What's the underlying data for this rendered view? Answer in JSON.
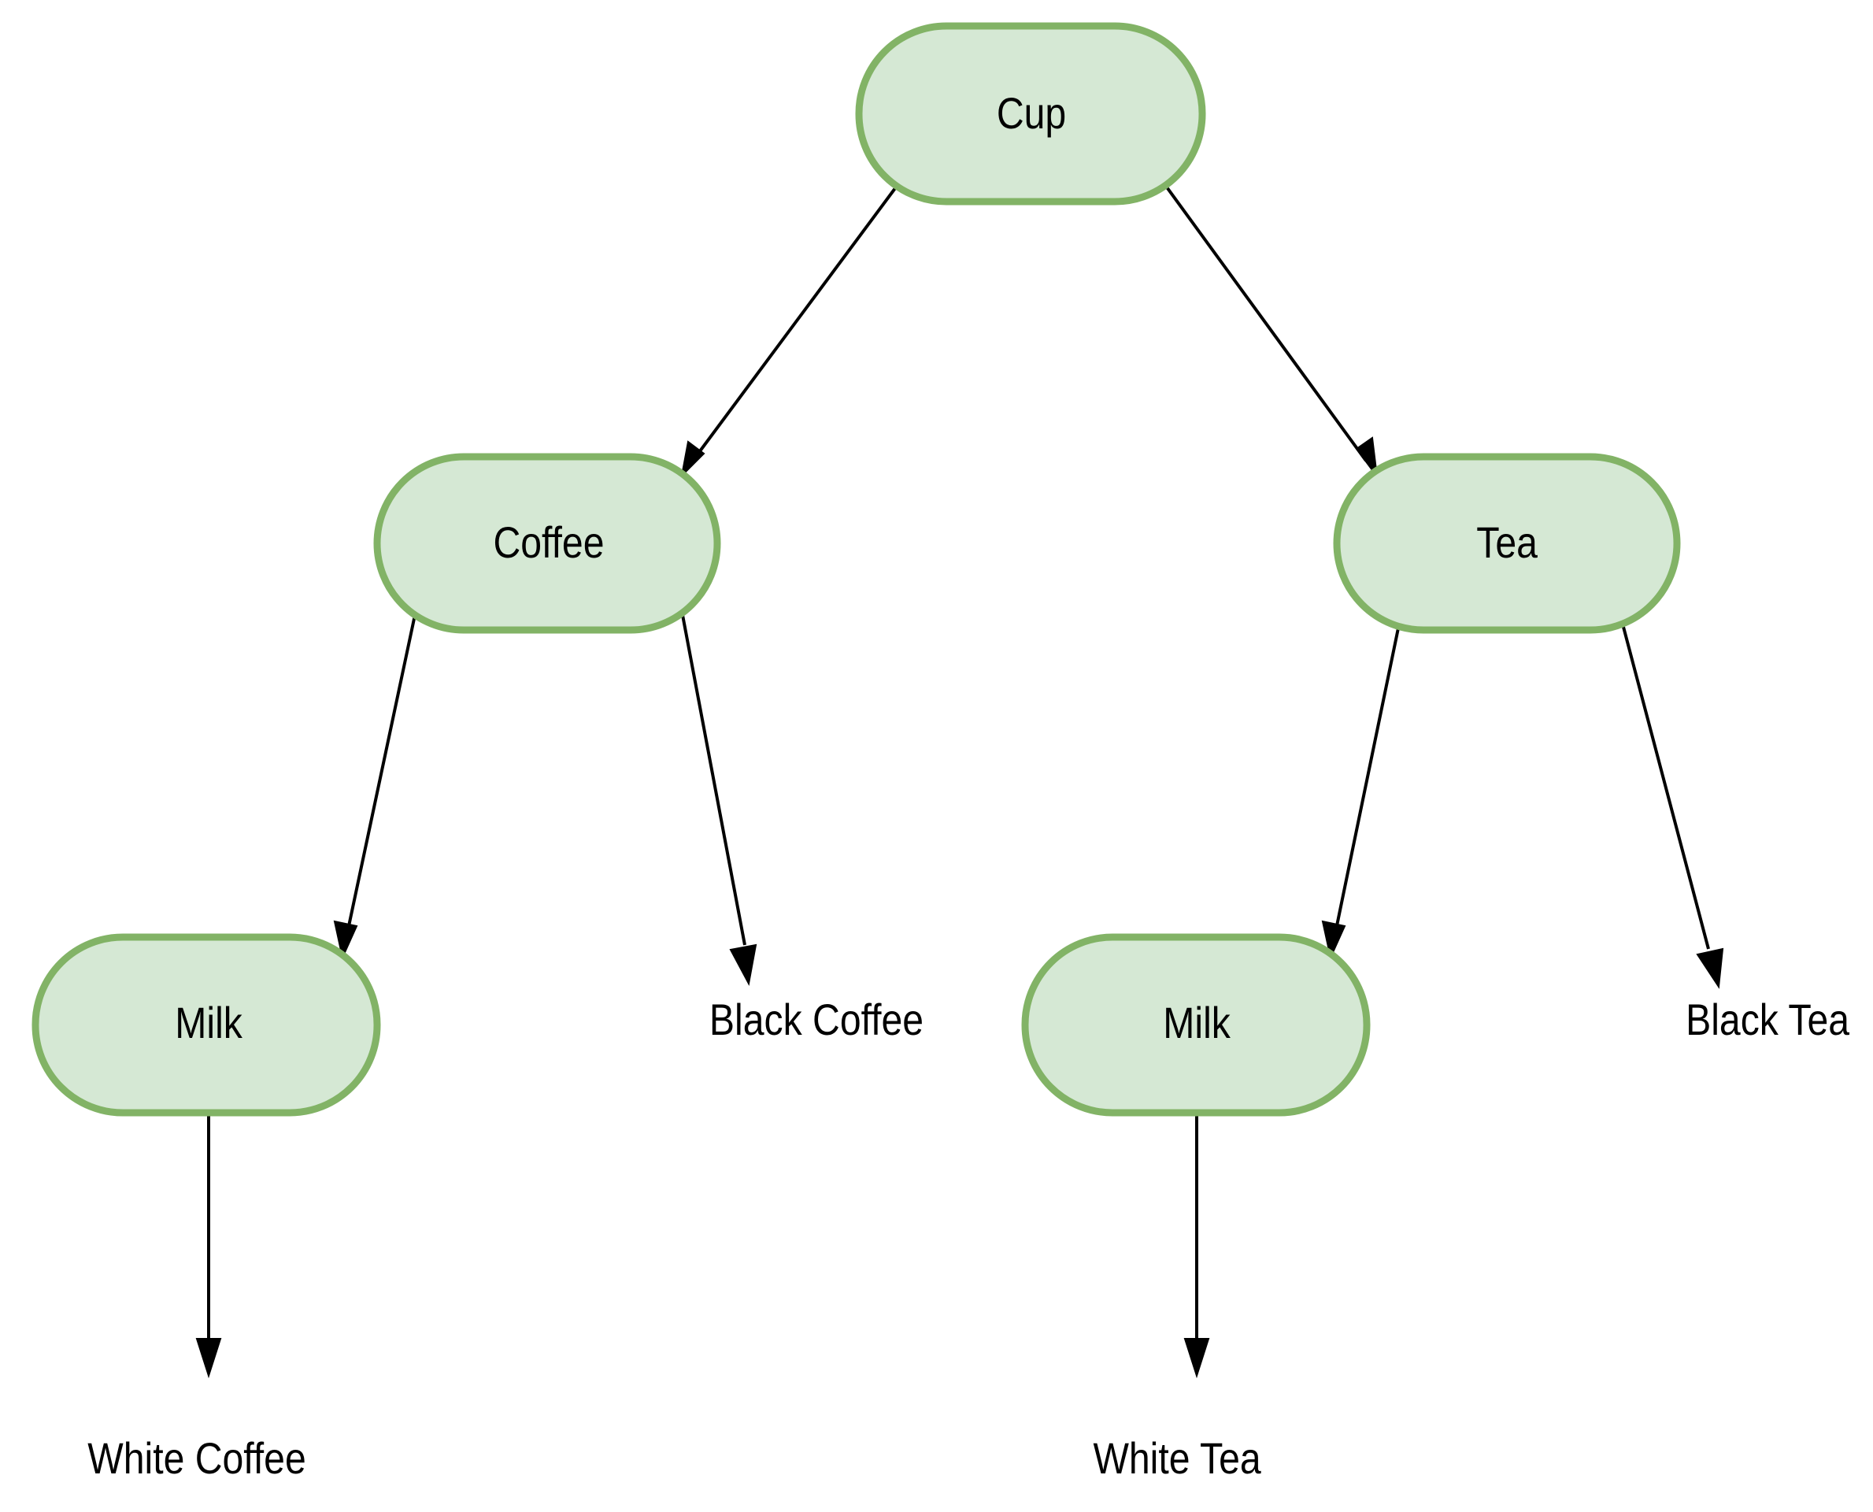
{
  "diagram": {
    "nodes": {
      "cup": "Cup",
      "coffee": "Coffee",
      "tea": "Tea",
      "milk_coffee": "Milk",
      "milk_tea": "Milk"
    },
    "leaves": {
      "black_coffee": "Black Coffee",
      "white_coffee": "White Coffee",
      "black_tea": "Black Tea",
      "white_tea": "White Tea"
    }
  },
  "colors": {
    "node_fill": "#d5e8d4",
    "node_stroke": "#82b366",
    "edge": "#000000",
    "text": "#000000"
  }
}
